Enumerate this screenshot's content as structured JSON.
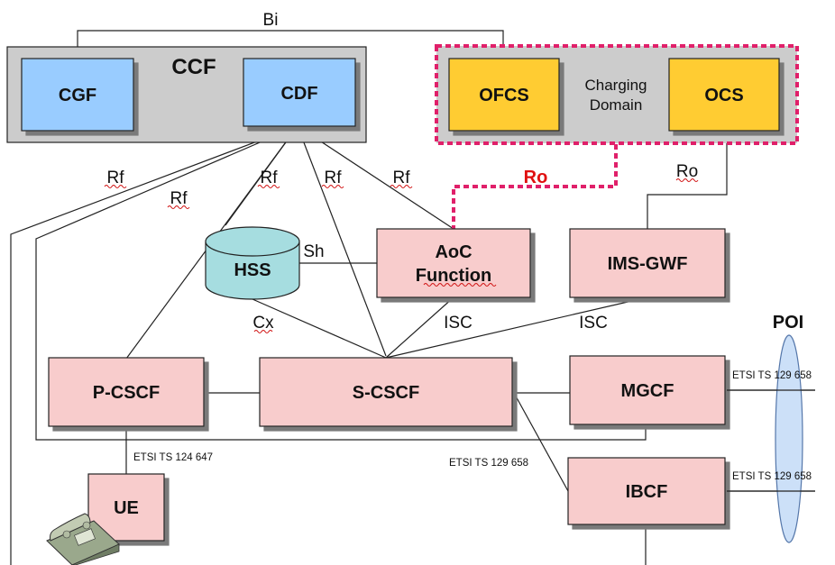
{
  "groups": {
    "ccf": "CCF",
    "charging_domain": [
      "Charging",
      "Domain"
    ],
    "poi": "POI"
  },
  "nodes": {
    "cgf": "CGF",
    "cdf": "CDF",
    "ofcs": "OFCS",
    "ocs": "OCS",
    "hss": "HSS",
    "aoc": [
      "AoC",
      "Function"
    ],
    "ims_gwf": "IMS-GWF",
    "p_cscf": "P-CSCF",
    "s_cscf": "S-CSCF",
    "mgcf": "MGCF",
    "ibcf": "IBCF",
    "ue": "UE"
  },
  "interfaces": {
    "bi": "Bi",
    "rf": "Rf",
    "ro": "Ro",
    "sh": "Sh",
    "cx": "Cx",
    "isc": "ISC"
  },
  "references": {
    "ts_124_647": "ETSI TS 124 647",
    "ts_129_658": "ETSI TS 129 658"
  },
  "colors": {
    "blue_box": "#99ccff",
    "yellow_box": "#ffcc33",
    "pink_box": "#f8cccc",
    "group_gray": "#cccccc",
    "ro_highlight": "#e0206a",
    "poi_fill": "#cce0f8",
    "hss_fill": "#a6dde0"
  }
}
